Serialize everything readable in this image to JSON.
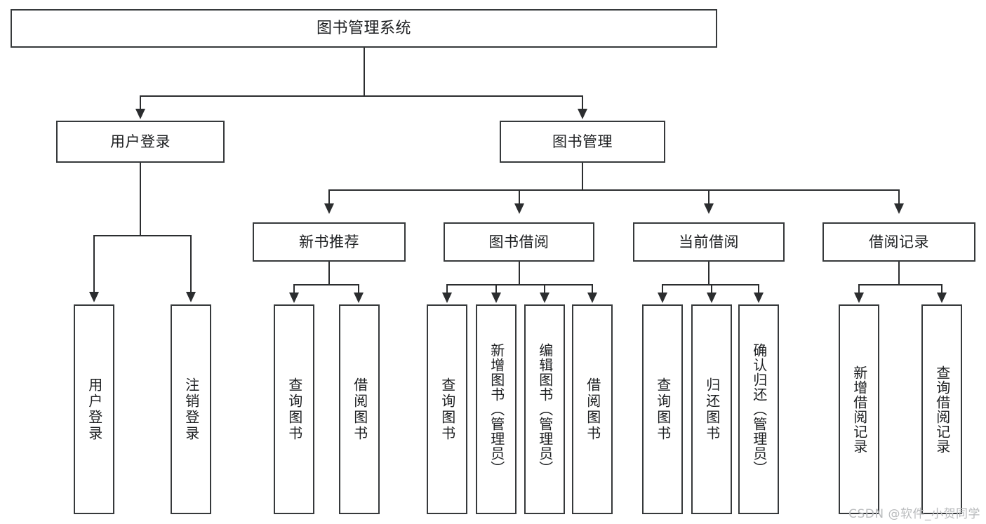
{
  "diagram": {
    "type": "tree",
    "title": "图书管理系统",
    "root": {
      "label": "图书管理系统"
    },
    "level2": [
      {
        "label": "用户登录"
      },
      {
        "label": "图书管理"
      }
    ],
    "level3": [
      {
        "label": "新书推荐"
      },
      {
        "label": "图书借阅"
      },
      {
        "label": "当前借阅"
      },
      {
        "label": "借阅记录"
      }
    ],
    "leaves": {
      "user_login": [
        {
          "label": "用户登录"
        },
        {
          "label": "注销登录"
        }
      ],
      "new_book_recommend": [
        {
          "label": "查询图书"
        },
        {
          "label": "借阅图书"
        }
      ],
      "book_borrow": [
        {
          "label": "查询图书"
        },
        {
          "label": "新增图书（管理员）"
        },
        {
          "label": "编辑图书（管理员）"
        },
        {
          "label": "借阅图书"
        }
      ],
      "current_borrow": [
        {
          "label": "查询图书"
        },
        {
          "label": "归还图书"
        },
        {
          "label": "确认归还（管理员）"
        }
      ],
      "borrow_record": [
        {
          "label": "新增借阅记录"
        },
        {
          "label": "查询借阅记录"
        }
      ]
    }
  },
  "watermark": {
    "text": "CSDN @软件_小贺同学"
  },
  "colors": {
    "stroke": "#36393b",
    "connector": "#2b2d2f",
    "background": "#ffffff",
    "text": "#1d1f21",
    "watermark": "#b9bbbd"
  }
}
